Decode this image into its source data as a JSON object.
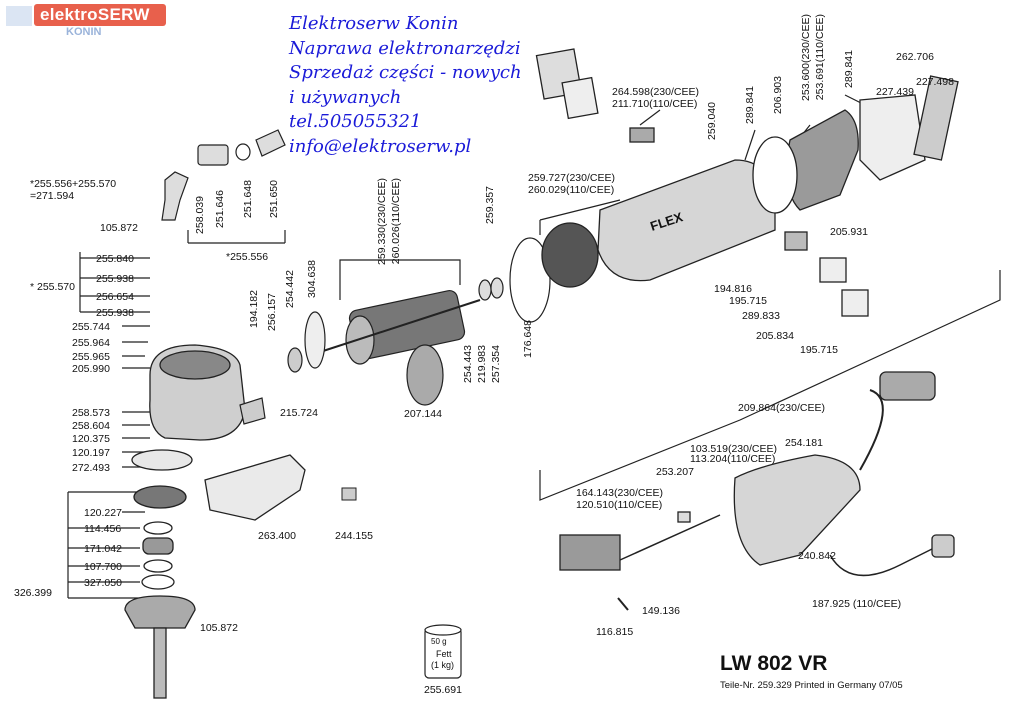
{
  "logo": {
    "brand": "elektroSERW",
    "city": "KONIN"
  },
  "header_lines": [
    "Elektroserw Konin",
    "Naprawa elektronarzędzi",
    "Sprzedaż części - nowych",
    "i używanych",
    "tel.505055321",
    "info@elektroserw.pl"
  ],
  "model": "LW 802 VR",
  "print_note": "Teile-Nr. 259.329 Printed in Germany 07/05",
  "grease_box": {
    "weight": "50 g",
    "label1": "Fett",
    "label2": "(1 kg)"
  },
  "tool_brand": "FLEX",
  "part_labels": {
    "p1": "*255.556+255.570",
    "p2": "=271.594",
    "p3": "105.872",
    "p4": "255.840",
    "p5": "255.938",
    "p6": "* 255.570",
    "p7": "256.654",
    "p8": "255.938",
    "p9": "255.744",
    "p10": "255.964",
    "p11": "255.965",
    "p12": "205.990",
    "p13": "258.573",
    "p14": "258.604",
    "p15": "120.375",
    "p16": "120.197",
    "p17": "272.493",
    "p18": "120.227",
    "p19": "114.456",
    "p20": "171.042",
    "p21": "107.700",
    "p22": "327.050",
    "p23": "326.399",
    "p24": "105.872",
    "p25": "258.039",
    "p26": "251.646",
    "p27": "251.648",
    "p28": "251.650",
    "p29": "*255.556",
    "p30": "194.182",
    "p31": "256.157",
    "p32": "254.442",
    "p33": "304.638",
    "p34": "215.724",
    "p35": "263.400",
    "p36": "244.155",
    "p37": "207.144",
    "p38": "259.330(230/CEE)",
    "p39": "260.026(110/CEE)",
    "p40": "259.357",
    "p41": "254.443",
    "p42": "219.983",
    "p43": "257.354",
    "p44": "176.648",
    "p45": "259.727(230/CEE)",
    "p46": "260.029(110/CEE)",
    "p47": "264.598(230/CEE)",
    "p48": "211.710(110/CEE)",
    "p49": "259.040",
    "p50": "289.841",
    "p51": "206.903",
    "p52": "253.600(230/CEE)",
    "p53": "253.691(110/CEE)",
    "p54": "289.841",
    "p55": "262.706",
    "p56": "227.498",
    "p57": "227.439",
    "p58": "205.931",
    "p59": "194.816",
    "p60": "195.715",
    "p61": "289.833",
    "p62": "205.834",
    "p63": "195.715",
    "p64": "209.864(230/CEE)",
    "p65": "103.519(230/CEE)",
    "p66": "113.204(110/CEE)",
    "p67": "254.181",
    "p68": "253.207",
    "p69": "164.143(230/CEE)",
    "p70": "120.510(110/CEE)",
    "p71": "240.842",
    "p72": "149.136",
    "p73": "116.815",
    "p74": "187.925 (110/CEE)",
    "p75": "255.691"
  }
}
